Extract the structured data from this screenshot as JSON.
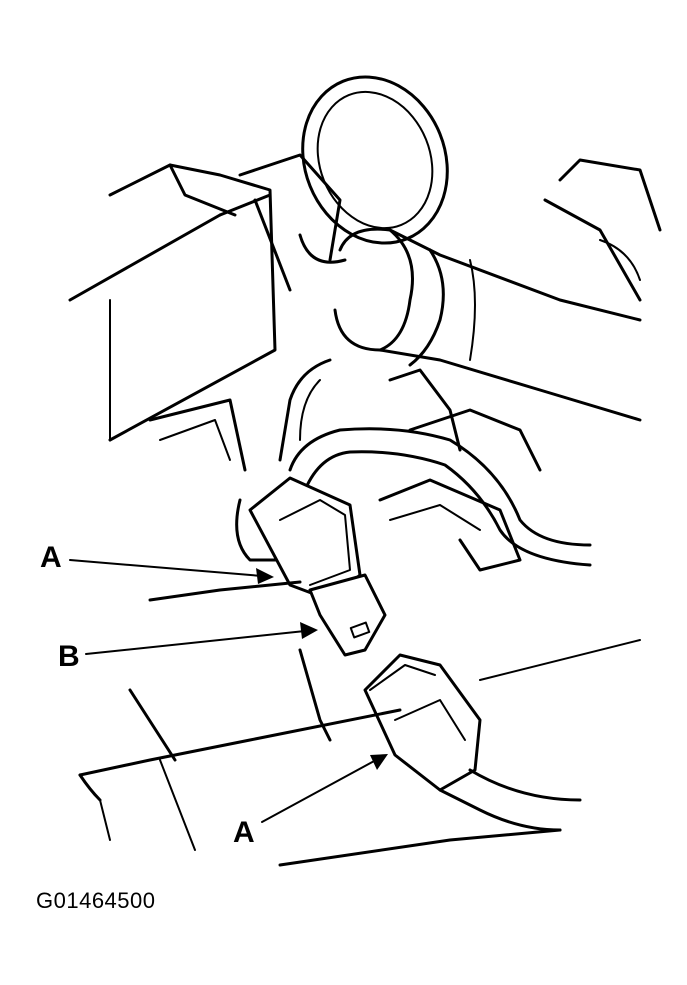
{
  "callouts": {
    "connector_a_upper": "A",
    "sensor_b": "B",
    "connector_a_lower": "A"
  },
  "figure_id": "G01464500"
}
